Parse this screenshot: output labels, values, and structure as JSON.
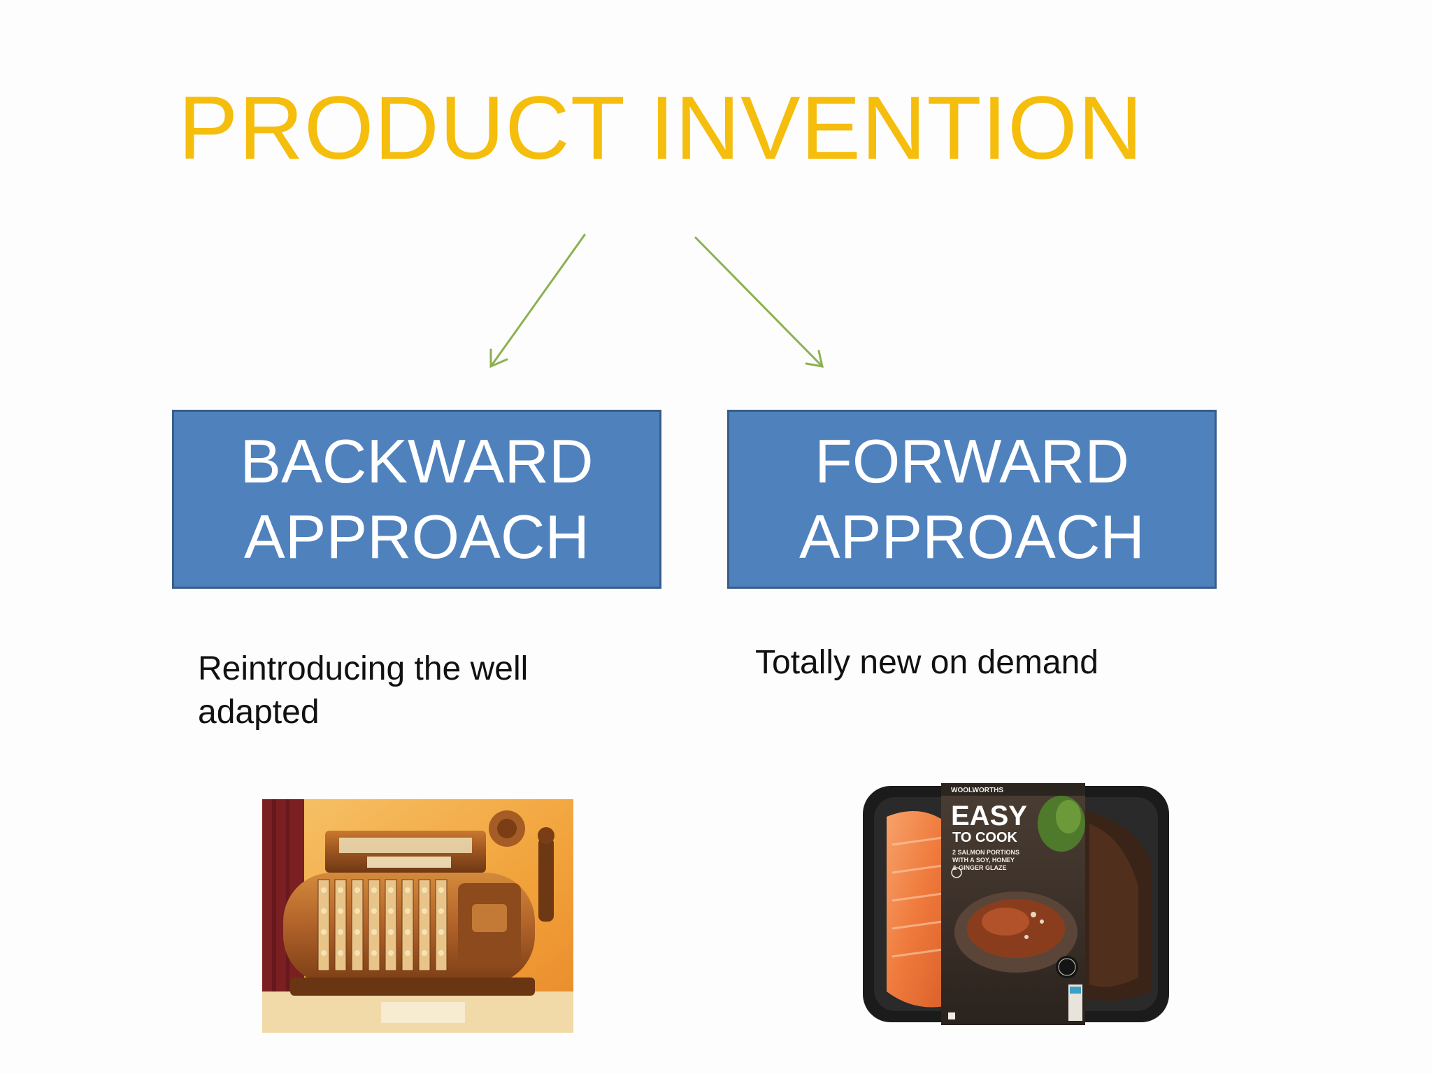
{
  "title": "PRODUCT INVENTION",
  "boxes": {
    "backward": {
      "line1": "BACKWARD",
      "line2": "APPROACH"
    },
    "forward": {
      "line1": "FORWARD",
      "line2": "APPROACH"
    }
  },
  "descriptions": {
    "backward": "Reintroducing the well adapted",
    "forward": "Totally new on demand"
  },
  "images": {
    "backward": "cash-register-photo",
    "forward": "salmon-package-photo"
  },
  "package_text": {
    "brand": "WOOLWORTHS",
    "headline1": "EASY",
    "headline2": "TO COOK",
    "desc1": "2 SALMON PORTIONS",
    "desc2": "WITH A SOY, HONEY",
    "desc3": "& GINGER GLAZE"
  },
  "colors": {
    "title": "#f5bd0c",
    "box_fill": "#4f81bd",
    "box_border": "#385d8a",
    "arrow": "#8db050"
  }
}
